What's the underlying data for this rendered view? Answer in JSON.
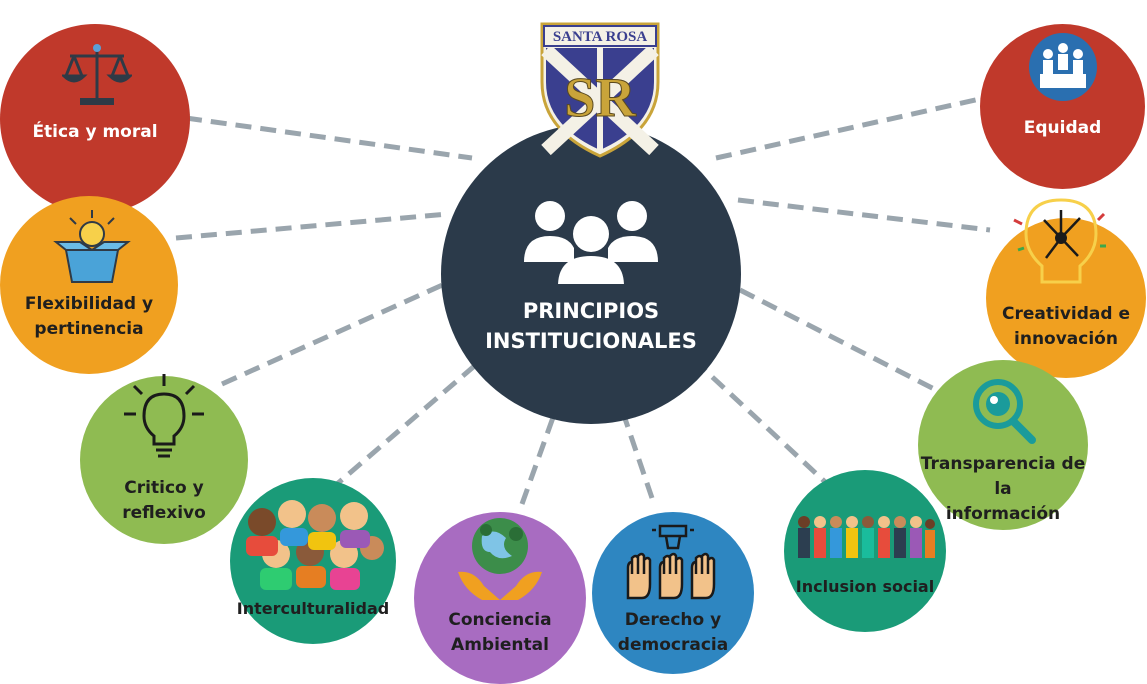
{
  "center": {
    "title": "PRINCIPIOS\nINSTITUCIONALES",
    "icon": "people-group-icon",
    "color": "#2b3a4a"
  },
  "crest": {
    "banner": "SANTA ROSA",
    "monogram": "SR",
    "icon": "santa-rosa-crest-logo"
  },
  "principles": [
    {
      "id": "etica",
      "label": "Ética y moral",
      "color": "#c0392b",
      "icon": "scales-icon"
    },
    {
      "id": "equidad",
      "label": "Equidad",
      "color": "#c0392b",
      "icon": "podium-people-icon"
    },
    {
      "id": "flexibilidad",
      "label": "Flexibilidad y\npertinencia",
      "color": "#f0a020",
      "icon": "idea-box-icon"
    },
    {
      "id": "creatividad",
      "label": "Creatividad e\ninnovación",
      "color": "#f0a020",
      "icon": "lightbulb-neuron-icon"
    },
    {
      "id": "critico",
      "label": "Critico y reflexivo",
      "color": "#8fbb52",
      "icon": "lightbulb-icon"
    },
    {
      "id": "transparencia",
      "label": "Transparencia de la\ninformación",
      "color": "#8fbb52",
      "icon": "magnifier-eye-icon"
    },
    {
      "id": "interculturalidad",
      "label": "Interculturalidad",
      "color": "#1a9b78",
      "icon": "diverse-children-icon"
    },
    {
      "id": "inclusion",
      "label": "Inclusion social",
      "color": "#1a9b78",
      "icon": "diverse-people-icon"
    },
    {
      "id": "ambiental",
      "label": "Conciencia\nAmbiental",
      "color": "#a86cc1",
      "icon": "earth-in-hands-icon"
    },
    {
      "id": "derecho",
      "label": "Derecho y\ndemocracia",
      "color": "#2e86c1",
      "icon": "raised-hands-vote-icon"
    }
  ],
  "connector_color": "#9aa5ad"
}
